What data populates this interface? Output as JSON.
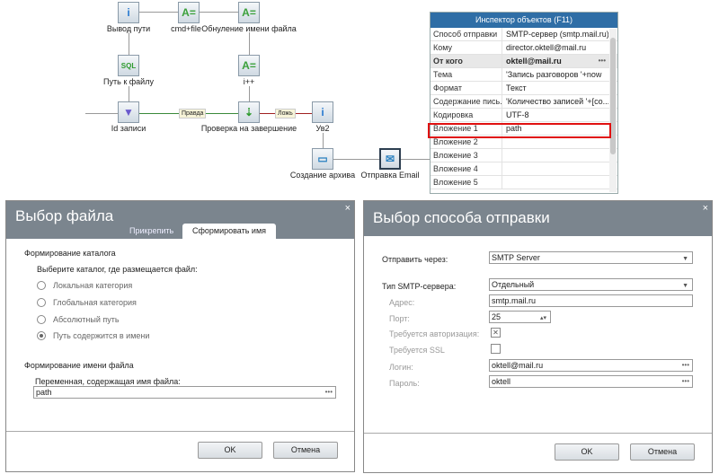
{
  "diagram": {
    "nodes": [
      {
        "label": "Вывод пути",
        "icon": "info-icon"
      },
      {
        "label": "cmd+file",
        "icon": "assign-icon"
      },
      {
        "label": "Обнуление имени файла",
        "icon": "assign-icon"
      },
      {
        "label": "Путь к файлу",
        "icon": "sql-icon"
      },
      {
        "label": "i++",
        "icon": "assign-icon"
      },
      {
        "label": "Id записи",
        "icon": "filter-icon"
      },
      {
        "label": "Проверка на завершение",
        "icon": "condition-icon"
      },
      {
        "label": "Ув2",
        "icon": "info-icon"
      },
      {
        "label": "Создание архива",
        "icon": "archive-icon"
      },
      {
        "label": "Отправка Email",
        "icon": "email-icon"
      }
    ],
    "edge_true": "Правда",
    "edge_false": "Ложь"
  },
  "inspector": {
    "title": "Инспектор объектов (F11)",
    "rows": [
      {
        "key": "Способ отправки",
        "value": "SMTP-сервер (smtp.mail.ru)"
      },
      {
        "key": "Кому",
        "value": "director.oktell@mail.ru"
      },
      {
        "key": "От кого",
        "value": "oktell@mail.ru"
      },
      {
        "key": "Тема",
        "value": "'Запись разговоров '+now"
      },
      {
        "key": "Формат",
        "value": "Текст"
      },
      {
        "key": "Содержание пись...",
        "value": "'Количество записей '+[co..."
      },
      {
        "key": "Кодировка",
        "value": "UTF-8"
      },
      {
        "key": "Вложение 1",
        "value": "path"
      },
      {
        "key": "Вложение 2",
        "value": ""
      },
      {
        "key": "Вложение 3",
        "value": ""
      },
      {
        "key": "Вложение 4",
        "value": ""
      },
      {
        "key": "Вложение 5",
        "value": ""
      }
    ]
  },
  "file_dialog": {
    "title": "Выбор файла",
    "tabs": [
      "Прикрепить",
      "Сформировать имя"
    ],
    "section1": "Формирование каталога",
    "prompt": "Выберите каталог, где размещается файл:",
    "options": [
      "Локальная категория",
      "Глобальная категория",
      "Абсолютный путь",
      "Путь содержится в имени"
    ],
    "selected_option": "Путь содержится в имени",
    "section2": "Формирование имени файла",
    "var_label": "Переменная, содержащая имя файла:",
    "var_value": "path",
    "ok": "OK",
    "cancel": "Отмена",
    "close": "×"
  },
  "send_dialog": {
    "title": "Выбор способа отправки",
    "send_via_label": "Отправить через:",
    "send_via_value": "SMTP Server",
    "smtp_type_label": "Тип SMTP-сервера:",
    "smtp_type_value": "Отдельный",
    "address_label": "Адрес:",
    "address_value": "smtp.mail.ru",
    "port_label": "Порт:",
    "port_value": "25",
    "auth_label": "Требуется авторизация:",
    "auth_checked": true,
    "ssl_label": "Требуется SSL",
    "ssl_checked": false,
    "login_label": "Логин:",
    "login_value": "oktell@mail.ru",
    "password_label": "Пароль:",
    "password_value": "oktell",
    "ok": "OK",
    "cancel": "Отмена",
    "close": "×"
  }
}
